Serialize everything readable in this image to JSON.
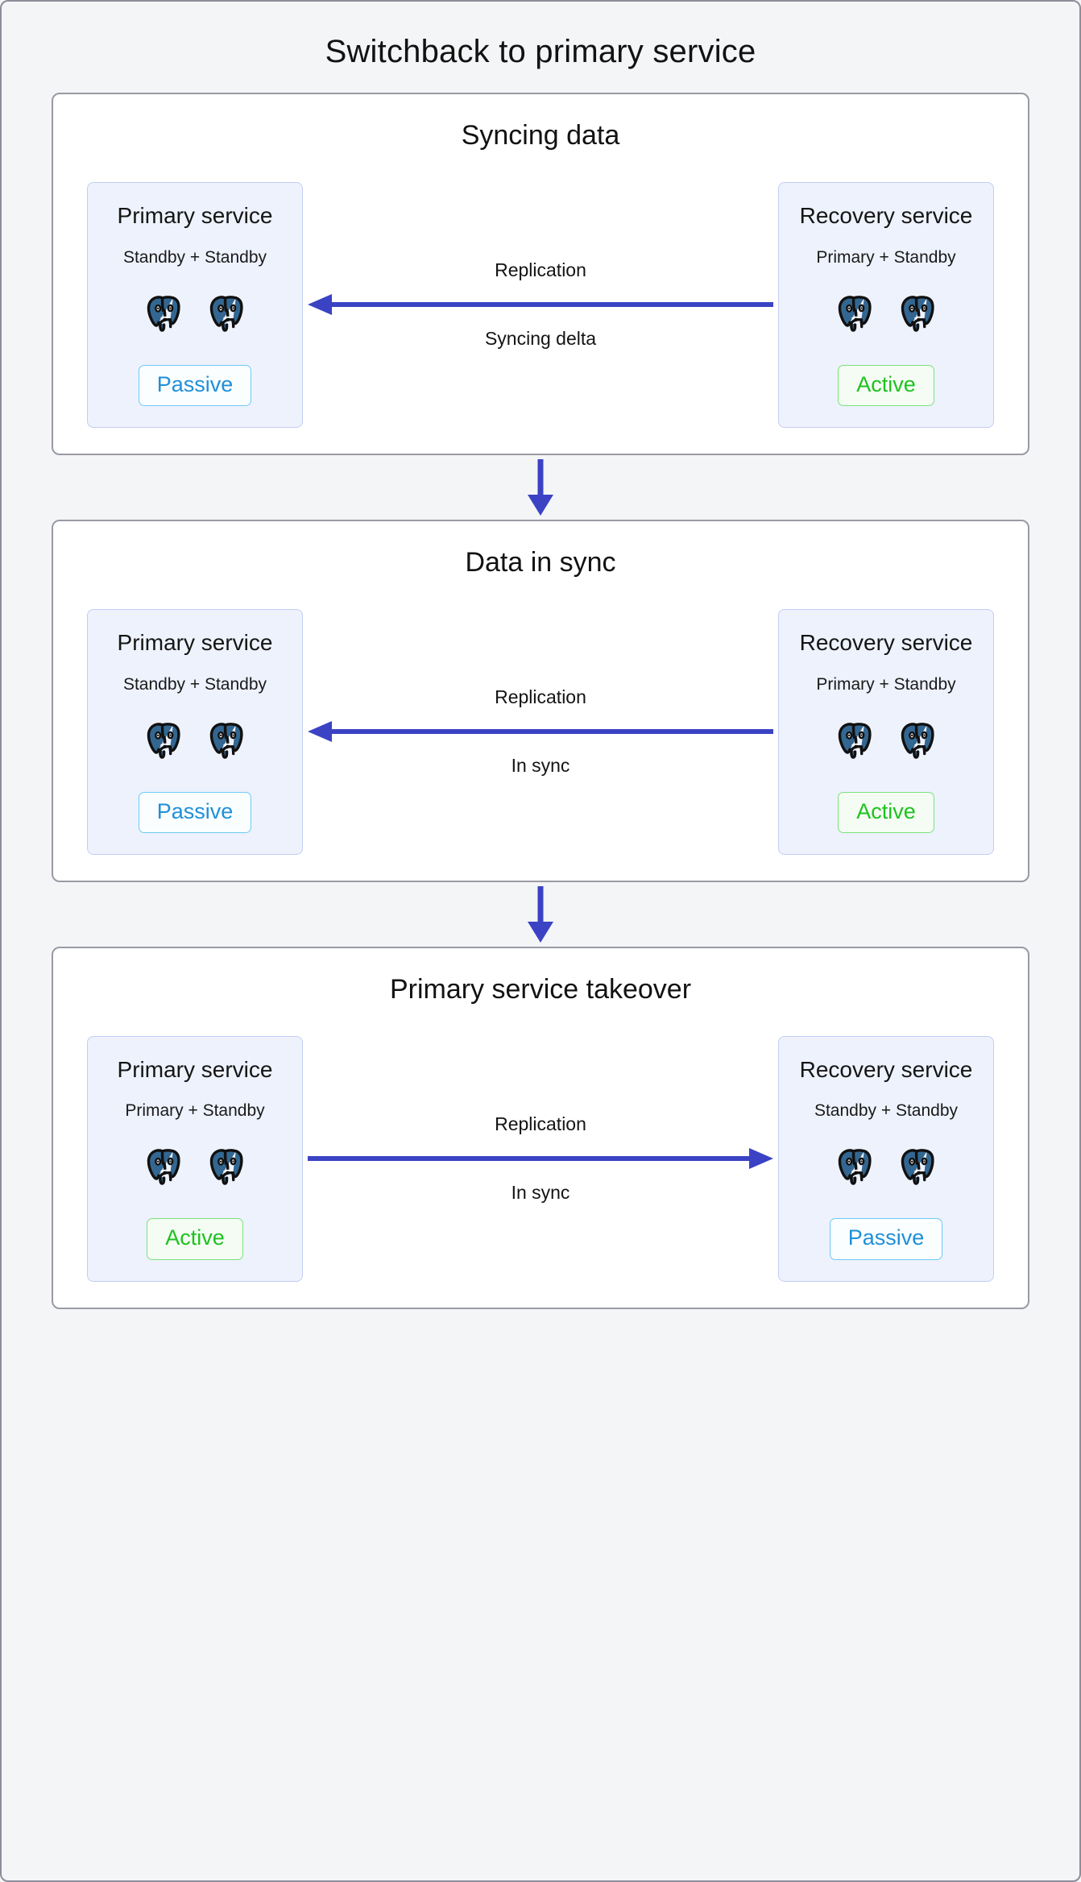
{
  "title": "Switchback to primary service",
  "colors": {
    "page_bg": "#f4f5f7",
    "panel_bg": "#ffffff",
    "panel_border": "#9a9aa6",
    "service_bg": "#eef2fd",
    "service_border": "#c3cdf3",
    "arrow": "#3b43c4",
    "passive": "#1e90d8",
    "passive_border": "#6ecbf5",
    "active": "#1fc21f",
    "active_border": "#79e37b",
    "postgres": "#336791"
  },
  "step_arrow_icon": "arrow-down-icon",
  "panels": [
    {
      "title": "Syncing data",
      "left": {
        "name": "Primary service",
        "roles": "Standby + Standby",
        "badge": "Passive",
        "badge_state": "passive",
        "node_icon": "postgres-elephant-icon",
        "node_count": 2
      },
      "connector": {
        "top_label": "Replication",
        "bottom_label": "Syncing delta",
        "direction": "left",
        "icon": "arrow-left-icon"
      },
      "right": {
        "name": "Recovery service",
        "roles": "Primary + Standby",
        "badge": "Active",
        "badge_state": "active",
        "node_icon": "postgres-elephant-icon",
        "node_count": 2
      }
    },
    {
      "title": "Data in sync",
      "left": {
        "name": "Primary service",
        "roles": "Standby + Standby",
        "badge": "Passive",
        "badge_state": "passive",
        "node_icon": "postgres-elephant-icon",
        "node_count": 2
      },
      "connector": {
        "top_label": "Replication",
        "bottom_label": "In sync",
        "direction": "left",
        "icon": "arrow-left-icon"
      },
      "right": {
        "name": "Recovery service",
        "roles": "Primary + Standby",
        "badge": "Active",
        "badge_state": "active",
        "node_icon": "postgres-elephant-icon",
        "node_count": 2
      }
    },
    {
      "title": "Primary service takeover",
      "left": {
        "name": "Primary service",
        "roles": "Primary + Standby",
        "badge": "Active",
        "badge_state": "active",
        "node_icon": "postgres-elephant-icon",
        "node_count": 2
      },
      "connector": {
        "top_label": "Replication",
        "bottom_label": "In sync",
        "direction": "right",
        "icon": "arrow-right-icon"
      },
      "right": {
        "name": "Recovery service",
        "roles": "Standby + Standby",
        "badge": "Passive",
        "badge_state": "passive",
        "node_icon": "postgres-elephant-icon",
        "node_count": 2
      }
    }
  ]
}
